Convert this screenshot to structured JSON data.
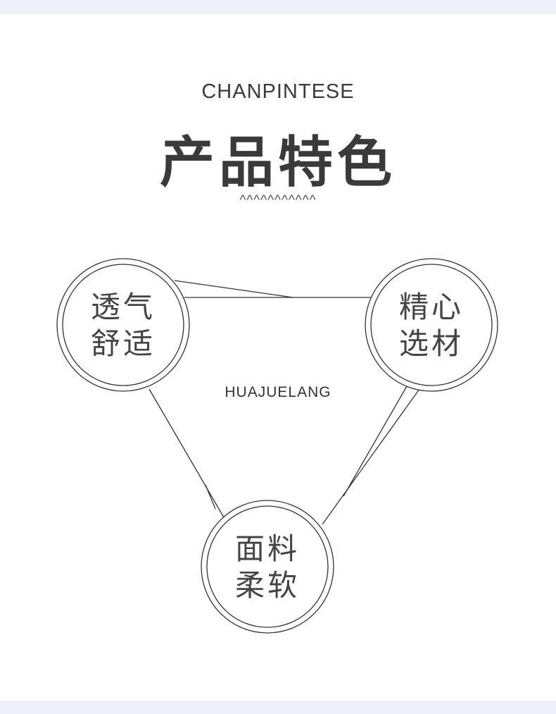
{
  "header": {
    "subtitle": "CHANPINTESE",
    "title": "产品特色",
    "decoration": "^^^^^^^^^^^"
  },
  "diagram": {
    "center_label": "HUAJUELANG",
    "nodes": [
      {
        "line1": "透气",
        "line2": "舒适"
      },
      {
        "line1": "精心",
        "line2": "选材"
      },
      {
        "line1": "面料",
        "line2": "柔软"
      }
    ]
  },
  "colors": {
    "page_background": "#eef1f8",
    "canvas_background": "#ffffff",
    "line": "#333333",
    "text": "#3a3a3a"
  }
}
